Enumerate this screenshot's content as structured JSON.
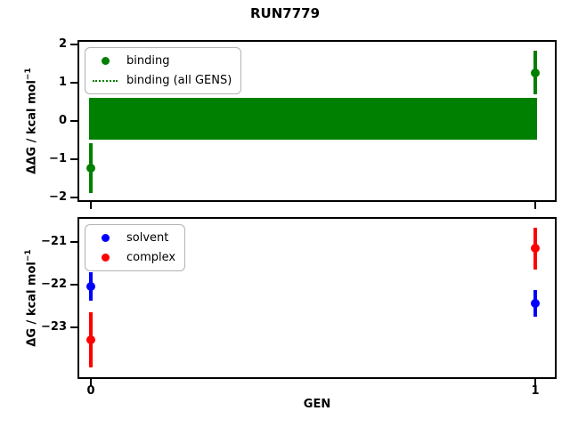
{
  "title": "RUN7779",
  "xlabel": "GEN",
  "x_tick_labels": [
    "0",
    "1"
  ],
  "colors": {
    "binding": "#008000",
    "solvent": "#0000ff",
    "complex": "#ff0000",
    "axes": "#000000"
  },
  "chart_data": [
    {
      "type": "scatter",
      "subplot": "top",
      "title": "RUN7779",
      "xlabel": "GEN",
      "ylabel": "ΔΔG / kcal mol⁻¹",
      "ylabel_main": "ΔΔG / kcal mol",
      "ylabel_sup": "−1",
      "yticks": [
        2,
        1,
        0,
        -1,
        -2
      ],
      "ylim": [
        -2.2,
        2.2
      ],
      "xticks": [
        0,
        1
      ],
      "grid": false,
      "legend_position": "upper left",
      "series": [
        {
          "name": "binding",
          "color": "#008000",
          "marker": "circle",
          "x": [
            0,
            1
          ],
          "y": [
            -1.23,
            1.26
          ],
          "yerr": [
            0.66,
            0.57
          ]
        }
      ],
      "band": {
        "name": "binding (all GENS)",
        "low": -0.49,
        "high": 0.6,
        "x_span": [
          0,
          1
        ],
        "color": "#008000",
        "style": "solid-fill"
      },
      "legend": [
        {
          "label": "binding",
          "marker": "dot",
          "color": "#008000"
        },
        {
          "label": "binding (all GENS)",
          "marker": "dotted-line",
          "color": "#008000"
        }
      ]
    },
    {
      "type": "scatter",
      "subplot": "bottom",
      "xlabel": "GEN",
      "ylabel": "ΔG / kcal mol⁻¹",
      "ylabel_main": "ΔG / kcal mol",
      "ylabel_sup": "−1",
      "yticks": [
        -21,
        -22,
        -23
      ],
      "ylim": [
        -24.2,
        -20.5
      ],
      "xticks": [
        0,
        1
      ],
      "grid": false,
      "legend_position": "upper left",
      "series": [
        {
          "name": "solvent",
          "color": "#0000ff",
          "marker": "circle",
          "x": [
            0,
            1
          ],
          "y": [
            -22.04,
            -22.44
          ],
          "yerr": [
            0.34,
            0.31
          ]
        },
        {
          "name": "complex",
          "color": "#ff0000",
          "marker": "circle",
          "x": [
            0,
            1
          ],
          "y": [
            -23.29,
            -21.15
          ],
          "yerr": [
            0.65,
            0.49
          ]
        }
      ],
      "legend": [
        {
          "label": "solvent",
          "marker": "dot",
          "color": "#0000ff"
        },
        {
          "label": "complex",
          "marker": "dot",
          "color": "#ff0000"
        }
      ]
    }
  ]
}
